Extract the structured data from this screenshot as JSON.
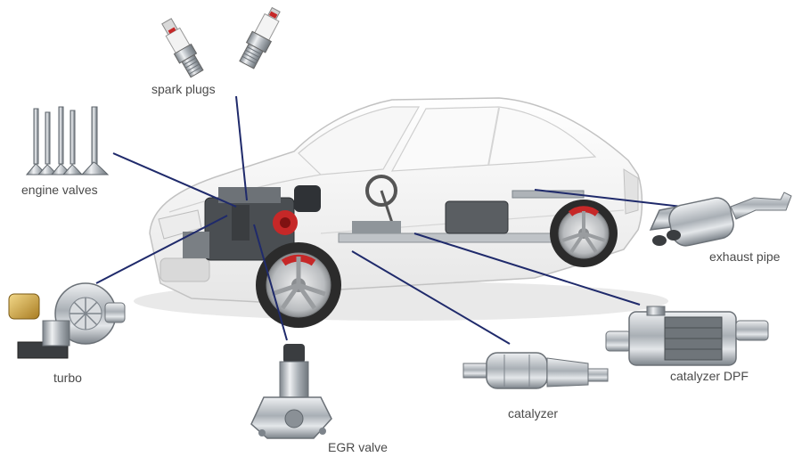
{
  "colors": {
    "leader_line": "#1f2a6b",
    "car_body": "#f4f4f4",
    "car_outline": "#bdbdbd",
    "tire": "#2b2b2b",
    "brake": "#c62828",
    "metal": "#9ea4aa",
    "dark_metal": "#3a3d40",
    "label_text": "#4a4a4a"
  },
  "diagram": {
    "subject": "car",
    "parts": [
      {
        "id": "spark-plugs",
        "label": "spark plugs",
        "icon": "spark-plug-icon"
      },
      {
        "id": "engine-valves",
        "label": "engine valves",
        "icon": "engine-valve-icon"
      },
      {
        "id": "turbo",
        "label": "turbo",
        "icon": "turbocharger-icon"
      },
      {
        "id": "egr-valve",
        "label": "EGR valve",
        "icon": "egr-valve-icon"
      },
      {
        "id": "catalyzer",
        "label": "catalyzer",
        "icon": "catalytic-converter-icon"
      },
      {
        "id": "catalyzer-dpf",
        "label": "catalyzer DPF",
        "icon": "dpf-filter-icon"
      },
      {
        "id": "exhaust-pipe",
        "label": "exhaust pipe",
        "icon": "exhaust-muffler-icon"
      }
    ]
  }
}
